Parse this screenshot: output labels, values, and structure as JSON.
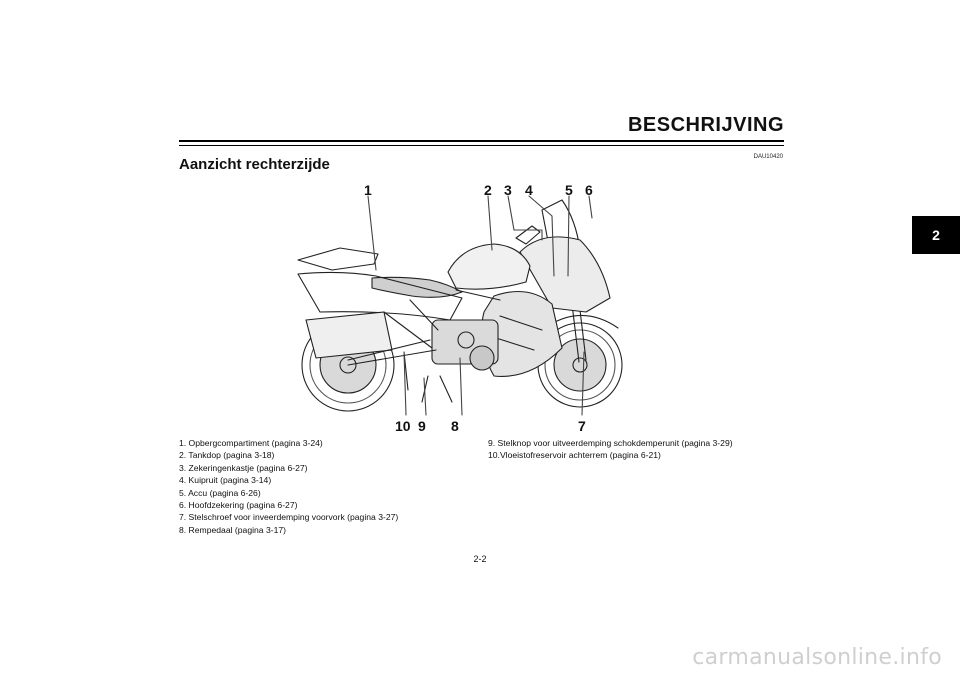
{
  "header": {
    "title": "BESCHRIJVING"
  },
  "chapter_tab": "2",
  "doc_code": "DAU10420",
  "section_title": "Aanzicht rechterzijde",
  "callouts": [
    "1",
    "2",
    "3",
    "4",
    "5",
    "6",
    "7",
    "8",
    "9",
    "10"
  ],
  "legend_left": [
    "1. Opbergcompartiment (pagina 3-24)",
    "2. Tankdop (pagina 3-18)",
    "3. Zekeringenkastje (pagina 6-27)",
    "4. Kuipruit (pagina 3-14)",
    "5. Accu (pagina 6-26)",
    "6. Hoofdzekering (pagina 6-27)",
    "7. Stelschroef voor inveerdemping voorvork (pagina 3-27)",
    "8. Rempedaal (pagina 3-17)"
  ],
  "legend_right": [
    "9. Stelknop voor uitveerdemping schokdemperunit (pagina 3-29)",
    "10.Vloeistofreservoir achterrem (pagina 6-21)"
  ],
  "page_number": "2-2",
  "watermark": "carmanualsonline.info"
}
